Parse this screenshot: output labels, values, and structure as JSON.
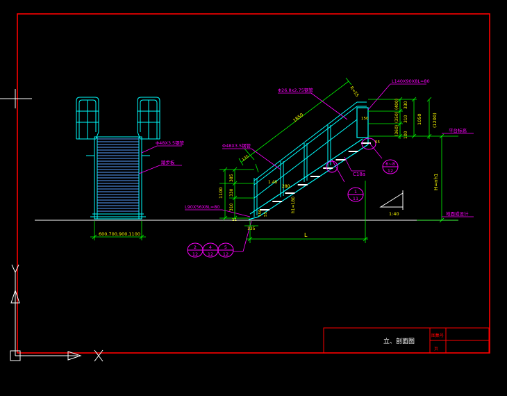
{
  "colors": {
    "background": "#000000",
    "frame": "#ff0000",
    "cyan": "#00ffff",
    "green": "#00ff00",
    "yellow": "#ffff00",
    "magenta": "#ff00ff",
    "white": "#ffffff",
    "blue": "#4c6bff"
  },
  "front_view": {
    "rail_spec": "Φ48X3.5钢管",
    "tread_label": "踏步板",
    "width_options": "600,700,900,1100"
  },
  "side_view": {
    "handrail_spec": "Φ26.8x2.75钢管",
    "post_spec": "Φ48X3.5钢管",
    "top_angle": "L140X90X8L=80",
    "bottom_angle": "L90X56X8L=80",
    "channel": "C18a",
    "platform_label": "平台标高",
    "ground_label": "地面或设计",
    "slope_label": "1:40",
    "length_label": "L",
    "height_label": "H=nh1",
    "step_height": "h1=180",
    "dims": {
      "d1050": "1050",
      "d1200": "(1200)",
      "d330": "330",
      "d400": "(400)",
      "d350": "(350)",
      "d310": "310",
      "d100": "100",
      "d360": "(360)",
      "d385": "385",
      "d1100": "1100",
      "d135": "135",
      "d11": "11",
      "d280": "280",
      "d1400": "1.40",
      "d150": "150",
      "d55": "55",
      "dR": "R=55",
      "d1850": "1850",
      "dL2": "L/2"
    },
    "callouts": [
      {
        "num": "6~8",
        "den": "12"
      },
      {
        "num": "1",
        "den": "11"
      },
      {
        "num": "2",
        "den": "12"
      },
      {
        "num": "4",
        "den": "12"
      },
      {
        "num": "5",
        "den": "12"
      }
    ]
  },
  "title_block": {
    "drawing_title": "立、剖面图",
    "label_no": "图集号",
    "label_page": "页"
  }
}
